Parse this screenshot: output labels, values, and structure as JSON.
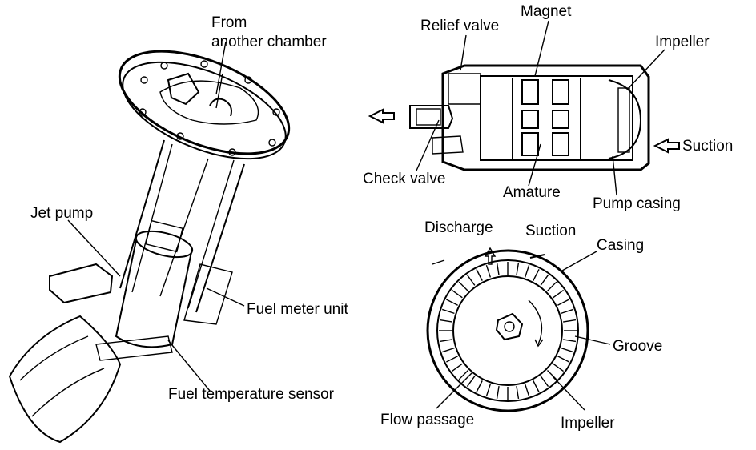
{
  "pump_assembly": {
    "from_another_chamber_line1": "From",
    "from_another_chamber_line2": "another chamber",
    "jet_pump": "Jet pump",
    "fuel_meter_unit": "Fuel meter unit",
    "fuel_temperature_sensor": "Fuel temperature sensor"
  },
  "motor_section": {
    "relief_valve": "Relief valve",
    "magnet": "Magnet",
    "impeller": "Impeller",
    "suction": "Suction",
    "check_valve": "Check valve",
    "amature": "Amature",
    "pump_casing": "Pump casing"
  },
  "impeller_view": {
    "discharge": "Discharge",
    "suction": "Suction",
    "casing": "Casing",
    "groove": "Groove",
    "flow_passage": "Flow passage",
    "impeller": "Impeller"
  }
}
